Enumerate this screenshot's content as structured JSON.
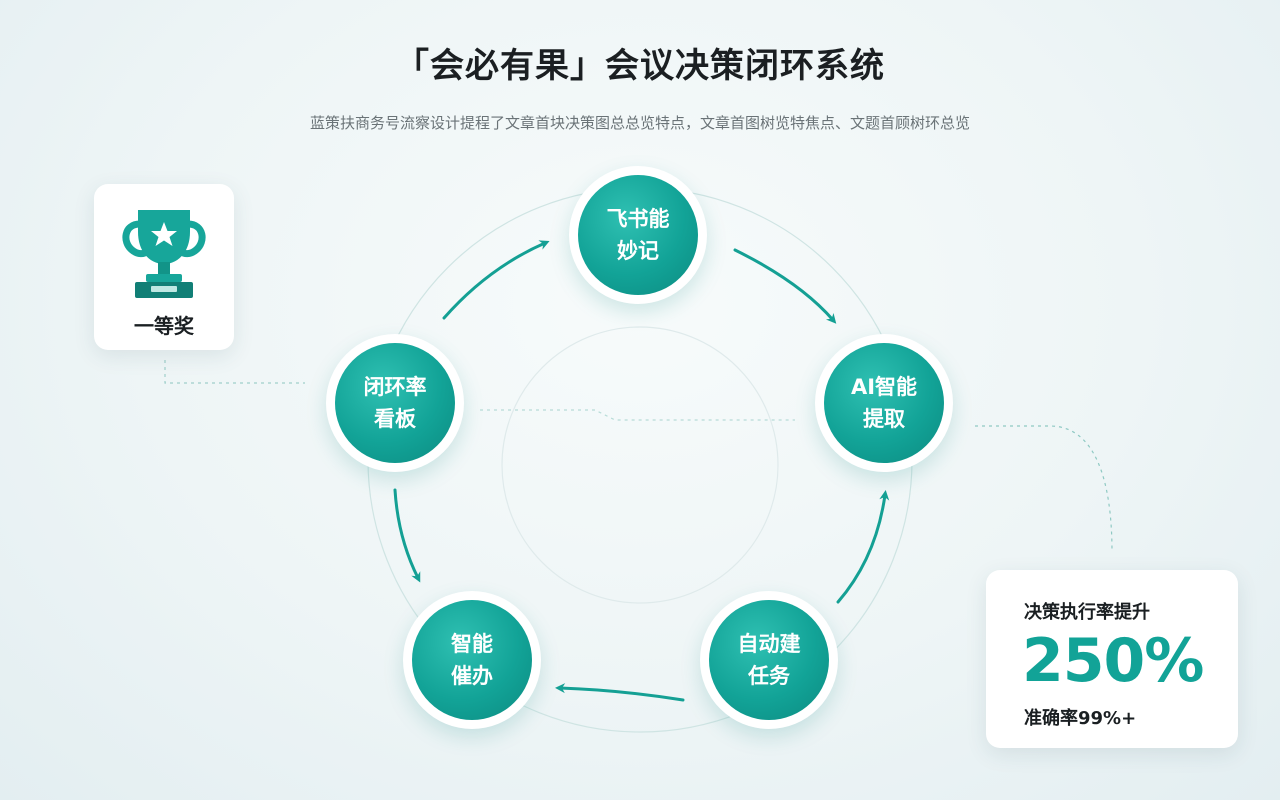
{
  "header": {
    "title": "「会必有果」会议决策闭环系统",
    "subtitle": "蓝策扶商务号流察设计提程了文章首块决策图总总览特点，文章首图树览特焦点、文题首顾树环总览"
  },
  "cycle": {
    "nodes": [
      {
        "id": "feishu",
        "lines": [
          "飞书能",
          "妙记"
        ]
      },
      {
        "id": "ai",
        "lines": [
          "AI智能",
          "提取"
        ]
      },
      {
        "id": "task",
        "lines": [
          "自动建",
          "任务"
        ]
      },
      {
        "id": "remind",
        "lines": [
          "智能",
          "催办"
        ]
      },
      {
        "id": "board",
        "lines": [
          "闭环率",
          "看板"
        ]
      }
    ]
  },
  "award": {
    "label": "一等奖",
    "icon": "trophy-icon"
  },
  "stats": {
    "label": "决策执行率提升",
    "value": "250%",
    "sub": "准确率99%+"
  },
  "colors": {
    "accent": "#12a397",
    "accent_light": "#2fc0b2",
    "text": "#1b1f22"
  }
}
